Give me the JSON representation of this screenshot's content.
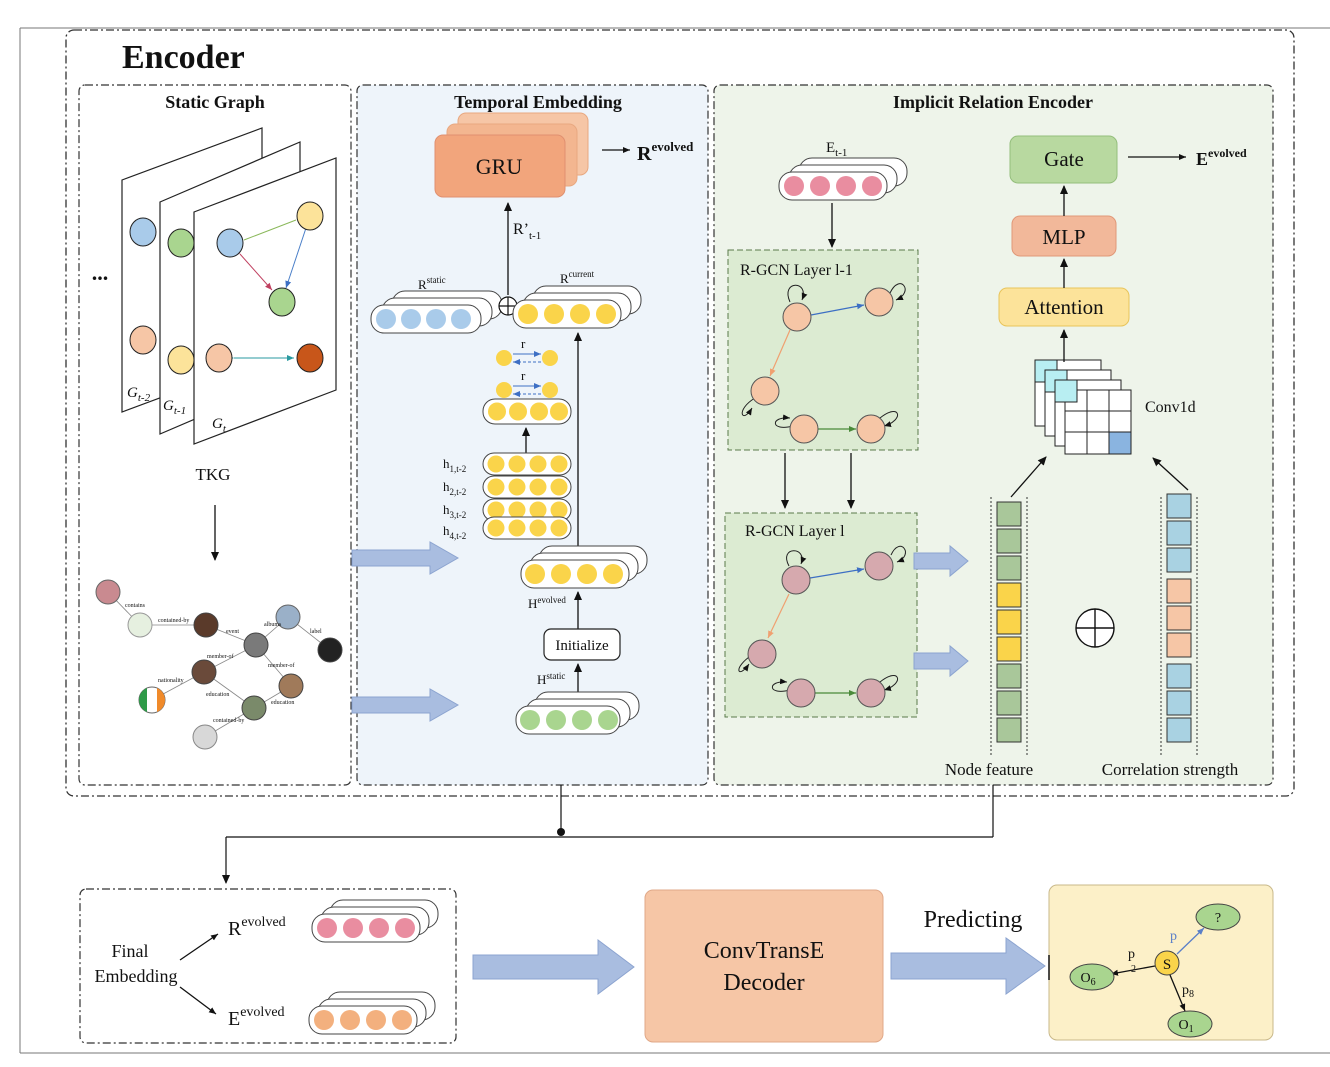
{
  "encoder": {
    "title": "Encoder",
    "static_graph": {
      "title": "Static Graph",
      "ellipsis": "...",
      "snapshots": [
        "G_{t-2}",
        "G_{t-1}",
        "G_t"
      ],
      "tkg_label": "TKG",
      "kg_edge_labels": [
        "contains",
        "contained-by",
        "event",
        "albums",
        "label",
        "member-of",
        "member-of",
        "nationality",
        "education",
        "education",
        "contained-by"
      ]
    },
    "temporal_embedding": {
      "title": "Temporal Embedding",
      "gru": "GRU",
      "r_evolved": {
        "base": "R",
        "sup": "evolved"
      },
      "r_prime": {
        "base": "R’",
        "sub": "t-1"
      },
      "r_static": {
        "base": "R",
        "sup": "static"
      },
      "r_current": {
        "base": "R",
        "sup": "current"
      },
      "r_small": [
        "r",
        "r"
      ],
      "h_rows": [
        {
          "base": "h",
          "sub": "1,t-2"
        },
        {
          "base": "h",
          "sub": "2,t-2"
        },
        {
          "base": "h",
          "sub": "3,t-2"
        },
        {
          "base": "h",
          "sub": "4,t-2"
        }
      ],
      "h_evolved": {
        "base": "H",
        "sup": "evolved"
      },
      "initialize": "Initialize",
      "h_static": {
        "base": "H",
        "sup": "static"
      }
    },
    "implicit_relation_encoder": {
      "title": "Implicit Relation Encoder",
      "e_prev": {
        "base": "E",
        "sub": "t-1"
      },
      "gate": "Gate",
      "e_evolved": {
        "base": "E",
        "sup": "evolved"
      },
      "mlp": "MLP",
      "attention": "Attention",
      "conv1d": "Conv1d",
      "rgcn_l1": "R-GCN Layer l-1",
      "rgcn_l": "R-GCN Layer l",
      "node_feature": "Node feature",
      "correlation_strength": "Correlation strength",
      "oplus": "⊕"
    }
  },
  "final": {
    "title_line1": "Final",
    "title_line2": "Embedding",
    "r_evolved": {
      "base": "R",
      "sup": "evolved"
    },
    "e_evolved": {
      "base": "E",
      "sup": "evolved"
    }
  },
  "decoder": {
    "line1": "ConvTransE",
    "line2": "Decoder"
  },
  "predicting": {
    "label": "Predicting",
    "s": "S",
    "query": "?",
    "o6": {
      "base": "O",
      "sub": "6"
    },
    "o1": {
      "base": "O",
      "sub": "1"
    },
    "p_query": "p",
    "p2": {
      "base": "p",
      "sub": "2"
    },
    "p8": {
      "base": "p",
      "sub": "8"
    }
  },
  "colors": {
    "gru": "#F2A57C",
    "gate": "#B8D9A0",
    "mlp": "#F2B89A",
    "attention": "#FCE39A",
    "decoder": "#F6C6A6",
    "predict_bg": "#FCF0C8",
    "temporal_bg": "#EEF4FA",
    "implicit_bg": "#EEF4EA",
    "rgcn_bg": "#DCEBD2",
    "node_peach": "#F6C6A6",
    "node_pink": "#D6A9AE",
    "yellow": "#FAD44A",
    "blue": "#A9CBEA",
    "green": "#A9D58F",
    "pink": "#E98DA0",
    "orange": "#F3B07E",
    "arrow_blue": "#A9BDE0"
  }
}
